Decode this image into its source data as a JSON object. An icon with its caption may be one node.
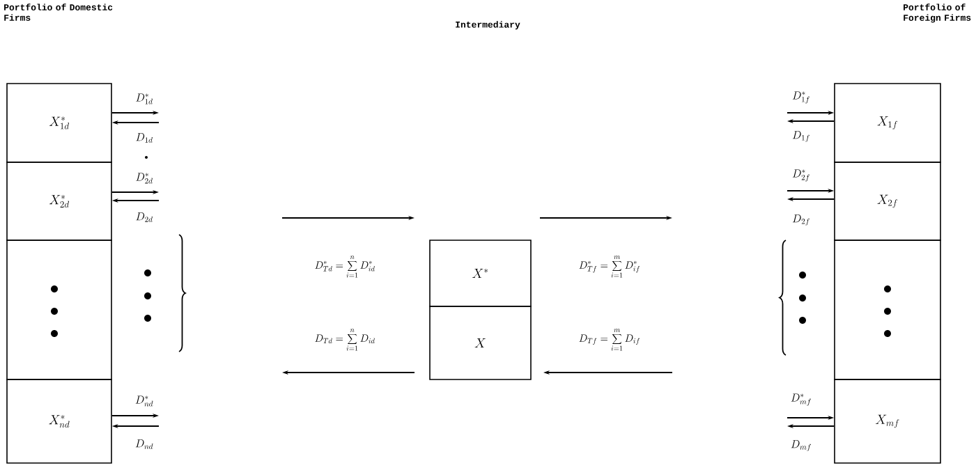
{
  "diagram": {
    "nodes": [
      {
        "text": [
          "X^{*}_{1d}"
        ]
      },
      {
        "text": [
          "X^{*}_{2d}"
        ]
      },
      {
        "text": [],
        "shape": "box"
      },
      {
        "text": [
          "X^{*}_{nd}"
        ]
      },
      {
        "text": [
          "X^{*}"
        ]
      },
      {
        "text": [
          "X"
        ]
      },
      {
        "text": [
          "X_{1f}"
        ]
      },
      {
        "text": [
          "X_{2f}"
        ]
      },
      {
        "text": [],
        "shape": "box"
      },
      {
        "text": [
          "X_{mf}"
        ]
      }
    ],
    "edges": [
      {
        "from": 0,
        "to": null,
        "arrow": "to",
        "label": "D^{*}_{1d}"
      },
      {
        "from": null,
        "to": 0,
        "arrow": "to",
        "label": "D_{1d}"
      },
      {
        "from": 1,
        "to": null,
        "arrow": "to",
        "label": "D^{*}_{2d}"
      },
      {
        "from": null,
        "to": 1,
        "arrow": "to",
        "label": "D_{2d}"
      },
      {
        "from": 3,
        "to": null,
        "arrow": "to",
        "label": "D^{*}_{nd}"
      },
      {
        "from": null,
        "to": 3,
        "arrow": "to",
        "label": "D_{nd}"
      },
      {
        "from": null,
        "to": 6,
        "arrow": "to",
        "label": "D^{*}_{1f}"
      },
      {
        "from": 6,
        "to": null,
        "arrow": "to",
        "label": "D_{1f}"
      },
      {
        "from": null,
        "to": 7,
        "arrow": "to",
        "label": "D^{*}_{2f}"
      },
      {
        "from": 7,
        "to": null,
        "arrow": "to",
        "label": "D_{2f}"
      },
      {
        "from": null,
        "to": 9,
        "arrow": "to",
        "label": "D^{*}_{mf}"
      },
      {
        "from": 9,
        "to": null,
        "arrow": "to",
        "label": "D_{mf}"
      }
    ],
    "labels": [
      "Portfolio of Domestic Firms",
      "Intermediary",
      "Portfolio of Foreign Firms",
      "D^{*}_{Td}=\\sum_{i=1}^{n}D^{*}_{id}",
      "D^{*}_{Tf}=\\sum_{i=1}^{m}D^{*}_{if}",
      "D_{Td}=\\sum_{i=1}^{n}D_{id}",
      "D_{Tf}=\\sum_{i=1}^{m}D_{if}"
    ]
  }
}
